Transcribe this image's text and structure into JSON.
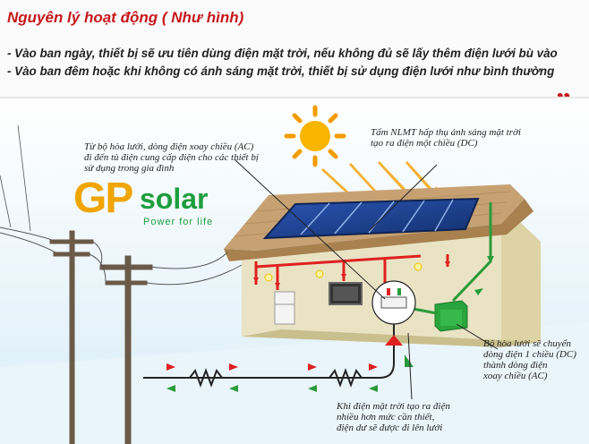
{
  "header": {
    "title": "Nguyên lý hoạt động ( Như hình)",
    "line1": "- Vào ban ngày, thiết bị sẽ ưu tiên dùng điện mặt trời, nếu không đủ sẽ lấy thêm điện lưới bù vào",
    "line2": "- Vào ban đêm hoặc khi không có ánh sáng mặt trời, thiết bị sử dụng điện lưới như bình thường",
    "quote_open": "“",
    "quote_close": "„"
  },
  "logo": {
    "gp": "GP",
    "solar": "solar",
    "tagline": "Power for life"
  },
  "notes": {
    "grid_ac": [
      "Từ bộ hòa lưới, dòng điện xoay chiều (AC)",
      "đi đến tủ điện cung cấp điện cho các thiết bị",
      "sử dụng trong gia đình"
    ],
    "panel_dc": [
      "Tấm NLMT hấp thụ ánh sáng mặt trời",
      "tạo ra điện một chiều (DC)"
    ],
    "inverter": [
      "Bộ hòa lưới sẽ chuyển",
      "dòng điện 1 chiều (DC)",
      "thành dòng điện",
      "xoay chiều (AC)"
    ],
    "surplus": [
      "Khi điện mặt trời tạo ra điện",
      "nhiều  hơn mức cần thiết,",
      "điện dư sẽ được đi lên lưới"
    ]
  },
  "colors": {
    "title_red": "#c6171d",
    "logo_orange": "#f0a500",
    "logo_green": "#1e9e3d",
    "flow_red": "#e02020",
    "flow_green": "#2a9a3a",
    "wall": "#e9e3c4",
    "roof": "#c8a173",
    "panel": "#1c3f8f",
    "sun": "#f7b500"
  }
}
